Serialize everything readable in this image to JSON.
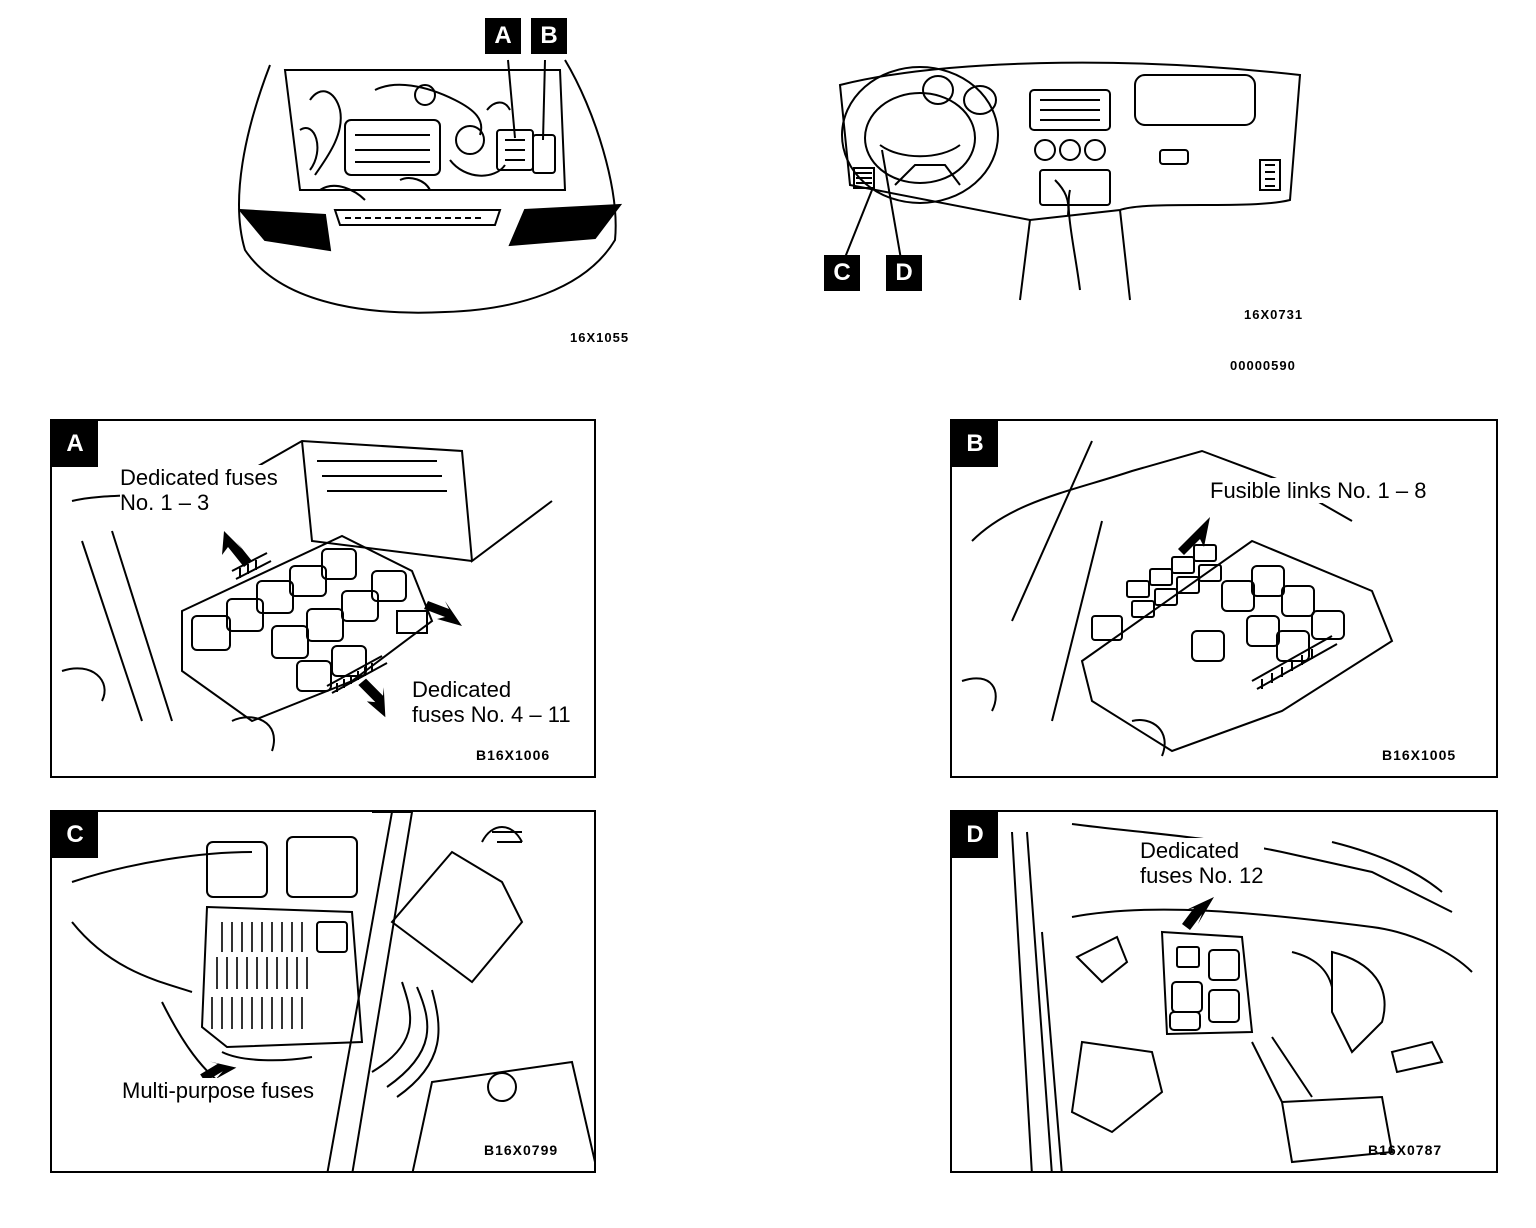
{
  "overview": {
    "engine_bay": {
      "code": "16X1055",
      "markers": [
        "A",
        "B"
      ]
    },
    "dashboard": {
      "code": "16X0731",
      "markers": [
        "C",
        "D"
      ]
    },
    "figure_code": "00000590"
  },
  "panels": [
    {
      "letter": "A",
      "callouts": [
        "Dedicated fuses\nNo. 1 – 3",
        "Dedicated\nfuses No. 4 – 11"
      ],
      "code": "B16X1006"
    },
    {
      "letter": "B",
      "callouts": [
        "Fusible links No. 1 – 8"
      ],
      "code": "B16X1005"
    },
    {
      "letter": "C",
      "callouts": [
        "Multi-purpose fuses"
      ],
      "code": "B16X0799"
    },
    {
      "letter": "D",
      "callouts": [
        "Dedicated\nfuses No. 12"
      ],
      "code": "B16X0787"
    }
  ]
}
